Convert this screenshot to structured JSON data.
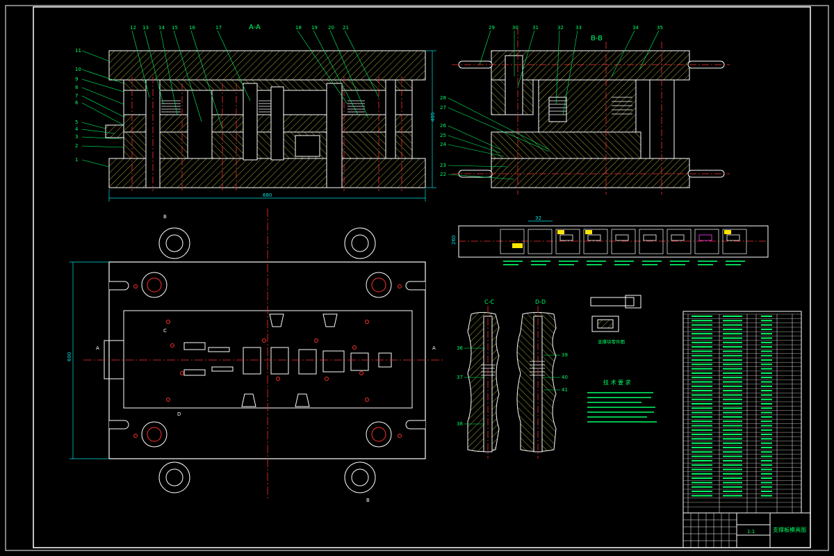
{
  "section_titles": {
    "aa": "A-A",
    "bb": "B-B",
    "cc": "C-C",
    "dd": "D-D"
  },
  "dimensions": {
    "front_width": "680",
    "front_height": "405",
    "plan_height": "600",
    "strip_width": "32",
    "strip_height": "260"
  },
  "aa_callouts_top": [
    "12",
    "13",
    "14",
    "15",
    "16",
    "17",
    "18",
    "19",
    "20",
    "21"
  ],
  "aa_callouts_left": [
    "11",
    "10",
    "9",
    "8",
    "7",
    "6",
    "5",
    "4",
    "3",
    "2",
    "1"
  ],
  "bb_callouts_top": [
    "29",
    "30",
    "31",
    "32",
    "33",
    "34",
    "35"
  ],
  "bb_callouts_left": [
    "28",
    "27",
    "26",
    "25",
    "24",
    "23",
    "22"
  ],
  "cc_callouts": [
    "36",
    "37",
    "38"
  ],
  "dd_callouts": [
    "39",
    "40",
    "41"
  ],
  "plan_marks": {
    "a": "A",
    "b": "B",
    "c": "C",
    "d": "D"
  },
  "tech_title": "技 术 要 求",
  "part_title": "支撑块零件图",
  "title_block": {
    "drawing_name": "支撑板模具图",
    "scale": "1:1"
  },
  "colors": {
    "background": "#000000",
    "outline": "#ffffff",
    "hatch": "#d6d64a",
    "centerline": "#ff3030",
    "dimension": "#00e5e5",
    "label": "#00ff66",
    "magenta": "#ff40ff"
  }
}
